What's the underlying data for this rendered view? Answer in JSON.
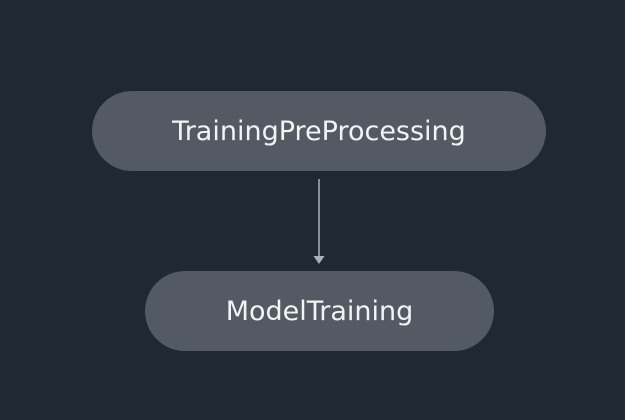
{
  "colors": {
    "background": "#1f2833",
    "node_fill": "#535a63",
    "node_text": "#f2f3f3",
    "edge": "#aab1b8"
  },
  "nodes": [
    {
      "id": "training-pre-processing",
      "label": "TrainingPreProcessing"
    },
    {
      "id": "model-training",
      "label": "ModelTraining"
    }
  ],
  "edges": [
    {
      "from": "training-pre-processing",
      "to": "model-training"
    }
  ]
}
